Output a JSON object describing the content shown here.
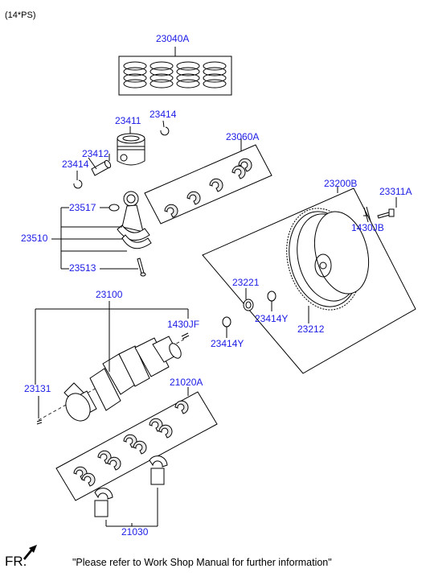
{
  "header": {
    "model_code": "(14*PS)"
  },
  "parts": [
    {
      "id": "p23040A",
      "number": "23040A"
    },
    {
      "id": "p23411",
      "number": "23411"
    },
    {
      "id": "p23414a",
      "number": "23414"
    },
    {
      "id": "p23412",
      "number": "23412"
    },
    {
      "id": "p23414b",
      "number": "23414"
    },
    {
      "id": "p23060A",
      "number": "23060A"
    },
    {
      "id": "p23517",
      "number": "23517"
    },
    {
      "id": "p23510",
      "number": "23510"
    },
    {
      "id": "p23513",
      "number": "23513"
    },
    {
      "id": "p23200B",
      "number": "23200B"
    },
    {
      "id": "p23311A",
      "number": "23311A"
    },
    {
      "id": "p1430JB",
      "number": "1430JB"
    },
    {
      "id": "p23221",
      "number": "23221"
    },
    {
      "id": "p23414Ya",
      "number": "23414Y"
    },
    {
      "id": "p23212",
      "number": "23212"
    },
    {
      "id": "p23414Yb",
      "number": "23414Y"
    },
    {
      "id": "p23100",
      "number": "23100"
    },
    {
      "id": "p1430JF",
      "number": "1430JF"
    },
    {
      "id": "p23131",
      "number": "23131"
    },
    {
      "id": "p21020A",
      "number": "21020A"
    },
    {
      "id": "p21030",
      "number": "21030"
    }
  ],
  "footer": {
    "front_marker": "FR.",
    "note": "\"Please refer to Work Shop Manual for further information\""
  }
}
